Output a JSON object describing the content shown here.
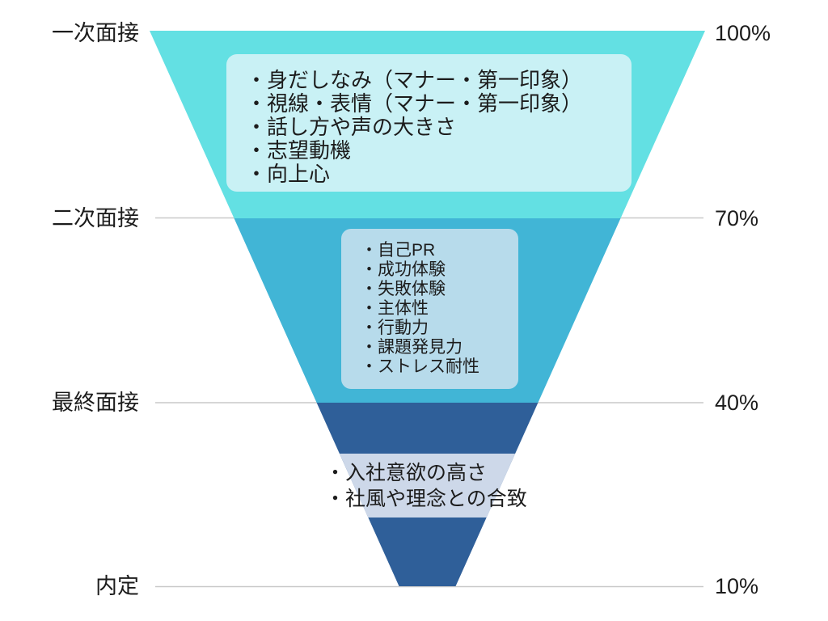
{
  "funnel": {
    "stages": [
      {
        "label": "一次面接",
        "percent": "100%",
        "items": [
          "・身だしなみ（マナー・第一印象）",
          "・視線・表情（マナー・第一印象）",
          "・話し方や声の大きさ",
          "・志望動機",
          "・向上心"
        ]
      },
      {
        "label": "二次面接",
        "percent": "70%",
        "items": [
          "・自己PR",
          "・成功体験",
          "・失敗体験",
          "・主体性",
          "・行動力",
          "・課題発見力",
          "・ストレス耐性"
        ]
      },
      {
        "label": "最終面接",
        "percent": "40%",
        "items": [
          "・入社意欲の高さ",
          "・社風や理念との合致"
        ]
      },
      {
        "label": "内定",
        "percent": "10%",
        "items": []
      }
    ],
    "colors": {
      "stage1_band": "#63e0e3",
      "stage1_box": "#c9f1f5",
      "stage2_band": "#41b5d6",
      "stage2_box": "#b7dbeb",
      "stage3_band": "#2f5f99",
      "stage3_highlight": "#cdd8e9",
      "guide_line": "#c9c9c9",
      "text": "#1c1c1c"
    }
  }
}
